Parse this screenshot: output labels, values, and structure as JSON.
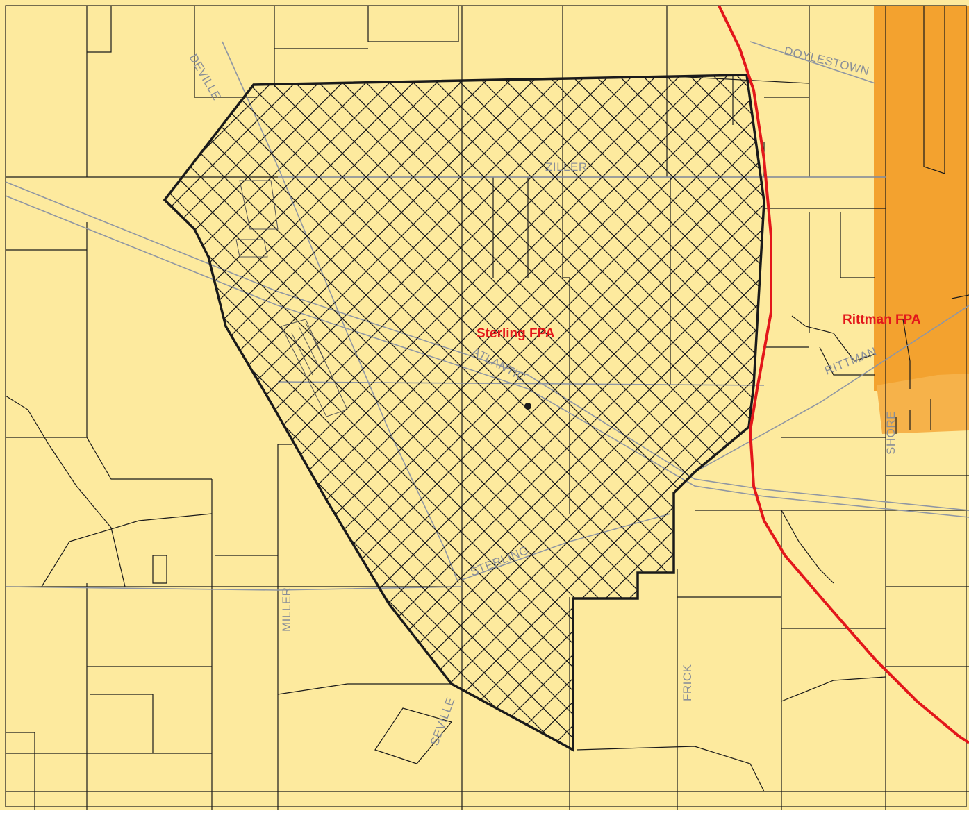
{
  "map": {
    "colors": {
      "background": "#fdea9e",
      "rittman_fill": "#f3a22f",
      "rittman_fill_light": "#f6b24a",
      "boundary_red": "#e3171b",
      "hatch": "#1a1a1a",
      "road_gray": "#8f96a3",
      "label_red": "#e3171b"
    },
    "areas": {
      "sterling": {
        "label": "Sterling FPA"
      },
      "rittman": {
        "label": "Rittman FPA"
      }
    },
    "roads": {
      "deville": "DEVILLE",
      "doylestown": "DOYLESTOWN",
      "ziller": "ZILLER",
      "atlantic": "ATLANTIC",
      "rittman": "RITTMAN",
      "sterling": "STERLING",
      "miller": "MILLER",
      "seville": "SEVILLE",
      "frick": "FRICK",
      "shore": "SHORE"
    }
  }
}
